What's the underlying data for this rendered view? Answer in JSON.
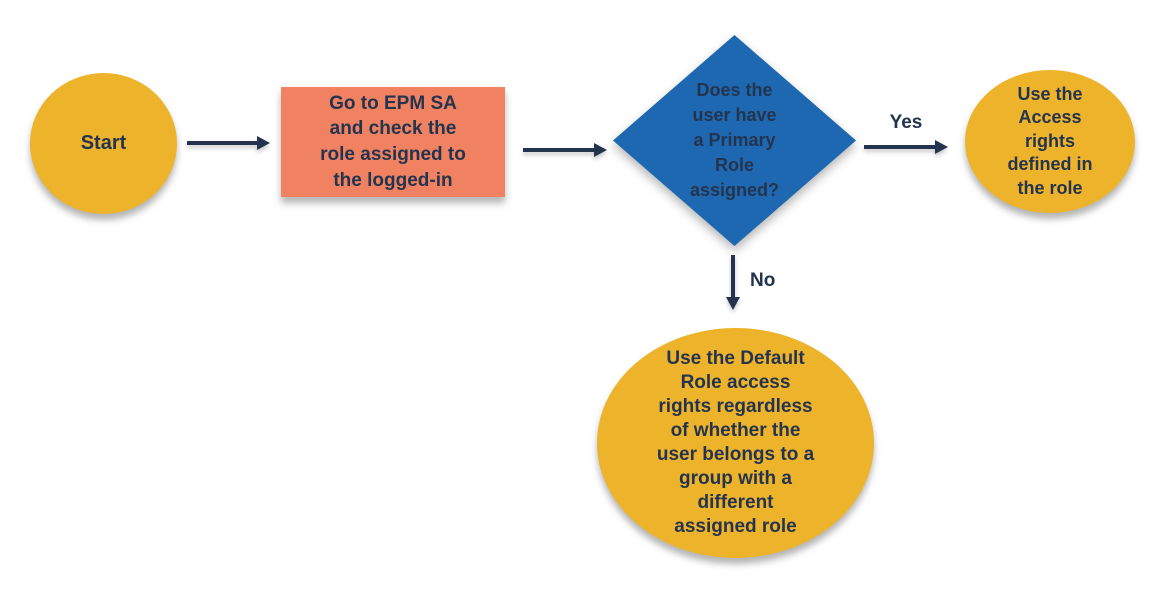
{
  "colors": {
    "gold": "#EDB32B",
    "orange": "#F08262",
    "blue": "#1D68B1",
    "ink": "#24344E"
  },
  "nodes": {
    "start": {
      "label": "Start"
    },
    "process": {
      "label": "Go to EPM SA\nand check the\nrole assigned to\nthe logged-in"
    },
    "decision": {
      "label": "Does the\nuser have\na Primary\nRole\nassigned?"
    },
    "yes_outcome": {
      "label": "Use the\nAccess\nrights\ndefined in\nthe role"
    },
    "no_outcome": {
      "label": "Use the Default\nRole access\nrights regardless\nof whether the\nuser belongs to a\ngroup with a\ndifferent\nassigned role"
    }
  },
  "edges": {
    "yes": {
      "label": "Yes"
    },
    "no": {
      "label": "No"
    }
  }
}
